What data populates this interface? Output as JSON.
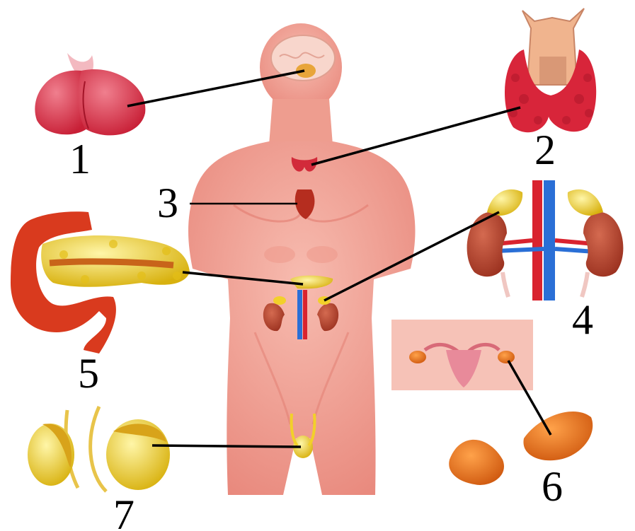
{
  "labels": {
    "n1": "1",
    "n2": "2",
    "n3": "3",
    "n4": "4",
    "n5": "5",
    "n6": "6",
    "n7": "7"
  },
  "colors": {
    "skin": "#f3a89a",
    "skin_shade": "#e98e82",
    "gland_red": "#d8324a",
    "gland_yellow": "#f2d02a",
    "artery": "#d9232f",
    "vein": "#2a6fd6",
    "kidney": "#b4402a",
    "ovary_orange": "#e8731e",
    "line": "#000000"
  }
}
